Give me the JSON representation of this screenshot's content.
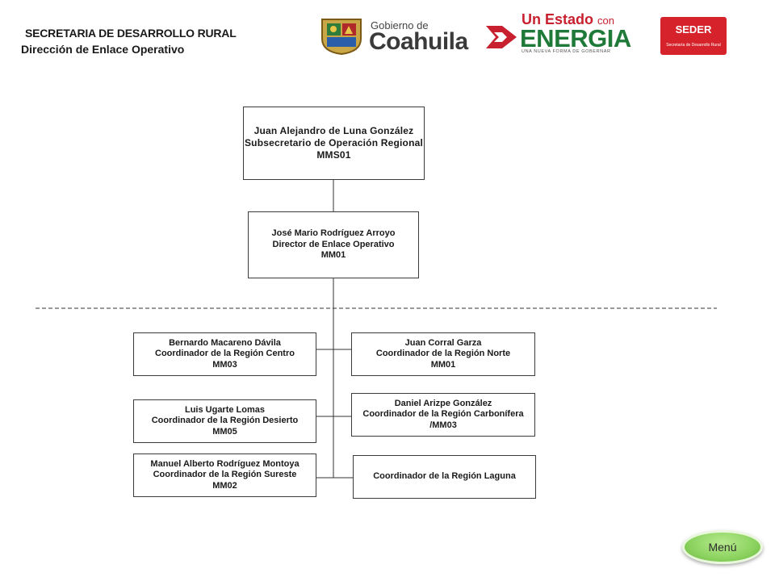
{
  "header": {
    "title": "SECRETARIA DE DESARROLLO RURAL",
    "subtitle": "Dirección de Enlace Operativo"
  },
  "logos": {
    "coahuila_small": "Gobierno de",
    "coahuila_big": "Coahuila",
    "energia_line1": "Un Estado",
    "energia_con": "con",
    "energia_line2": "ENERGIA",
    "energia_tagline": "UNA NUEVA FORMA DE GOBERNAR",
    "seder_title": "SEDER",
    "seder_sub": "Secretaría de Desarrollo Rural"
  },
  "org": {
    "subsecretario": {
      "name": "Juan Alejandro de Luna González",
      "title": "Subsecretario de Operación Regional",
      "code": "MMS01"
    },
    "director": {
      "name": "José Mario Rodríguez Arroyo",
      "title": "Director de Enlace Operativo",
      "code": "MM01"
    },
    "centro": {
      "name": "Bernardo Macareno Dávila",
      "title": "Coordinador de la Región Centro",
      "code": "MM03"
    },
    "norte": {
      "name": "Juan Corral Garza",
      "title": "Coordinador de la Región Norte",
      "code": "MM01"
    },
    "desierto": {
      "name": "Luis Ugarte Lomas",
      "title": "Coordinador de la Región Desierto",
      "code": "MM05"
    },
    "carbonifera": {
      "name": "Daniel Arizpe González",
      "title": "Coordinador de la Región Carbonífera /MM03"
    },
    "sureste": {
      "name": "Manuel Alberto Rodríguez Montoya",
      "title": "Coordinador de la Región Sureste",
      "code": "MM02"
    },
    "laguna": {
      "title": "Coordinador de la Región Laguna"
    }
  },
  "menu_label": "Menú",
  "colors": {
    "seder_red": "#d6232b",
    "energia_green": "#1f7a3a",
    "energia_red": "#c8202f",
    "menu_green": "#8fd563"
  }
}
